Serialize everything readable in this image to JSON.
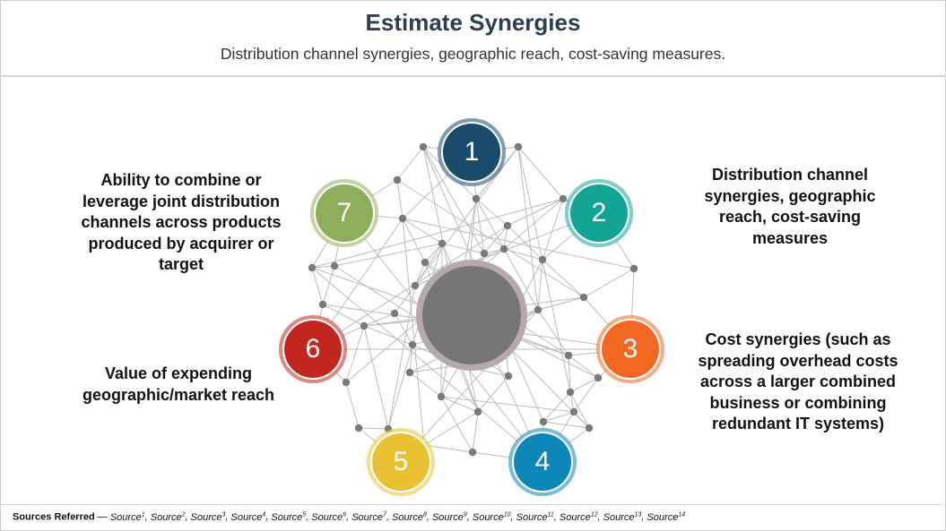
{
  "header": {
    "title": "Estimate Synergies",
    "subtitle": "Distribution channel synergies, geographic reach, cost-saving measures."
  },
  "diagram": {
    "nodes": [
      {
        "id": "1",
        "label": "1",
        "color": "#1a4b6b"
      },
      {
        "id": "2",
        "label": "2",
        "color": "#12a596"
      },
      {
        "id": "3",
        "label": "3",
        "color": "#f26722"
      },
      {
        "id": "4",
        "label": "4",
        "color": "#0d86b8"
      },
      {
        "id": "5",
        "label": "5",
        "color": "#e8c232"
      },
      {
        "id": "6",
        "label": "6",
        "color": "#c2271f"
      },
      {
        "id": "7",
        "label": "7",
        "color": "#8fae5b"
      }
    ],
    "hub_color": "#767676",
    "hub_ring_color": "#b5a9ad",
    "line_color": "#bdbdbd",
    "dot_color": "#7a7a7a"
  },
  "callouts": {
    "node7": "Ability to combine or leverage joint distribution channels across products produced by acquirer or target",
    "node2": "Distribution channel synergies, geographic reach, cost-saving measures",
    "node6": "Value of expending geographic/market reach",
    "node3": "Cost synergies (such as spreading overhead costs across a larger combined business or combining redundant IT systems)"
  },
  "footer": {
    "label": "Sources Referred",
    "separator": "—",
    "sources": [
      "Source1",
      "Source2",
      "Source3",
      "Source4",
      "Source5",
      "Source6",
      "Source7",
      "Source8",
      "Source9",
      "Source10",
      "Source11",
      "Source12",
      "Source13",
      "Source14"
    ]
  }
}
